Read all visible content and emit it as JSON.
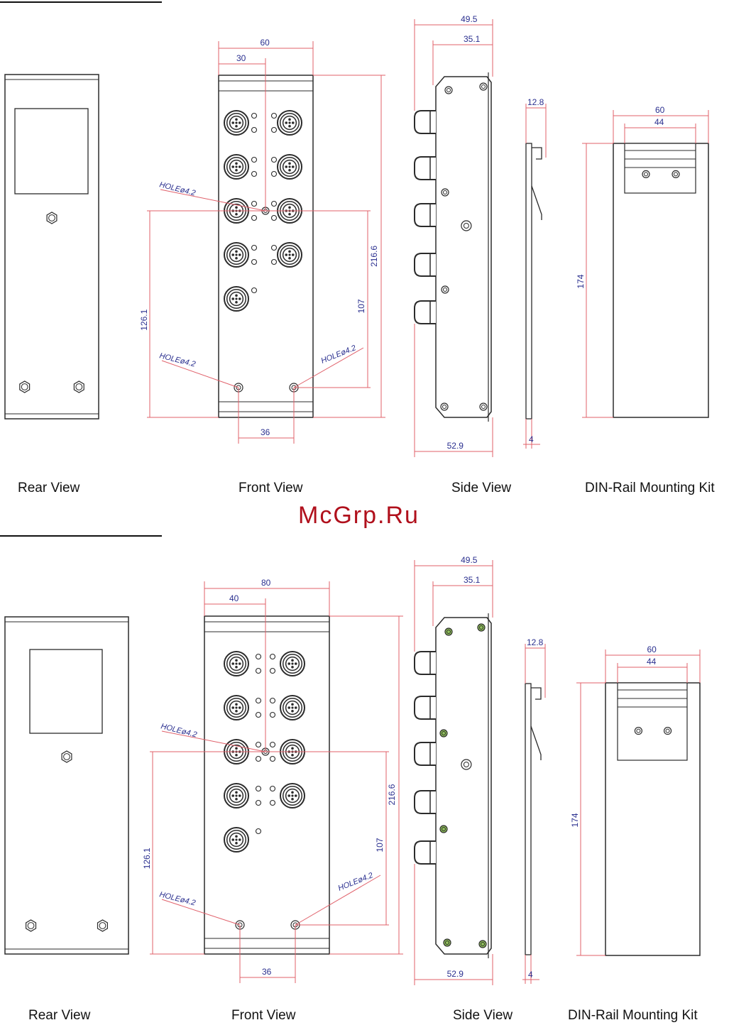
{
  "watermark": "McGrp.Ru",
  "colors": {
    "outline": "#2b2b2b",
    "dimension": "#e0606a",
    "dim_text": "#2a2f8f",
    "watermark": "#b0101c",
    "green_screw": "#8fbf5a"
  },
  "panels": [
    {
      "captions": {
        "rear": "Rear View",
        "front": "Front View",
        "side": "Side View",
        "din": "DIN-Rail Mounting Kit"
      },
      "front": {
        "width": "60",
        "half": "30",
        "height": "216.6",
        "hole_span": "126.1",
        "hole_offset": "107",
        "hole_spacing": "36"
      },
      "hole_labels": {
        "mid": "HOLEø4.2",
        "bottom_left": "HOLEø4.2",
        "bottom_right": "HOLEø4.2"
      },
      "side": {
        "depth": "49.5",
        "depth_inner": "35.1",
        "depth_bottom": "52.9"
      },
      "rail": {
        "width": "12.8",
        "thickness": "4"
      },
      "din": {
        "width": "60",
        "inner": "44",
        "height": "174"
      }
    },
    {
      "captions": {
        "rear": "Rear View",
        "front": "Front View",
        "side": "Side View",
        "din": "DIN-Rail Mounting Kit"
      },
      "front": {
        "width": "80",
        "half": "40",
        "height": "216.6",
        "hole_span": "126.1",
        "hole_offset": "107",
        "hole_spacing": "36"
      },
      "hole_labels": {
        "mid": "HOLEø4.2",
        "bottom_left": "HOLEø4.2",
        "bottom_right": "HOLEø4.2"
      },
      "side": {
        "depth": "49.5",
        "depth_inner": "35.1",
        "depth_bottom": "52.9"
      },
      "rail": {
        "width": "12.8",
        "thickness": "4"
      },
      "din": {
        "width": "60",
        "inner": "44",
        "height": "174"
      }
    }
  ]
}
